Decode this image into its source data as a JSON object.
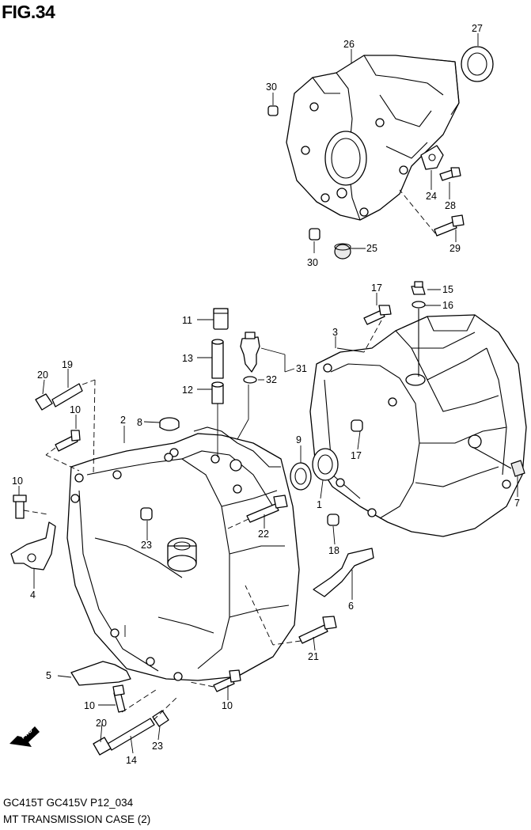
{
  "figure": {
    "title": "FIG.34",
    "footer_line1": "GC415T GC415V P12_034",
    "footer_line2": "MT TRANSMISSION CASE (2)",
    "fwd_label": "FWD"
  },
  "callouts": [
    "1",
    "2",
    "3",
    "4",
    "5",
    "6",
    "7",
    "8",
    "9",
    "10",
    "10",
    "10",
    "10",
    "11",
    "12",
    "13",
    "14",
    "15",
    "16",
    "17",
    "17",
    "18",
    "19",
    "20",
    "20",
    "21",
    "22",
    "23",
    "23",
    "24",
    "25",
    "26",
    "27",
    "28",
    "29",
    "30",
    "30",
    "31",
    "32"
  ]
}
